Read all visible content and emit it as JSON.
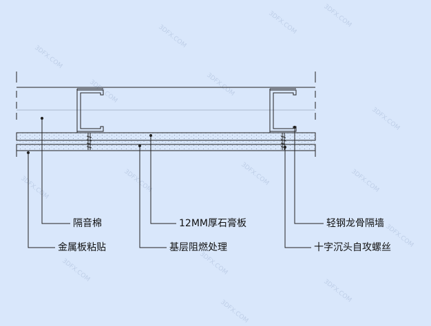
{
  "labels": {
    "sound_insulation": "隔音棉",
    "gypsum_board": "12MM厚石膏板",
    "steel_keel": "轻钢龙骨隔墙",
    "metal_panel": "金属板粘贴",
    "fireproof_base": "基层阻燃处理",
    "screw": "十字沉头自攻螺丝"
  },
  "watermark": "3DFX.COM",
  "colors": {
    "background": "#d9e7fb",
    "line": "#222222"
  }
}
